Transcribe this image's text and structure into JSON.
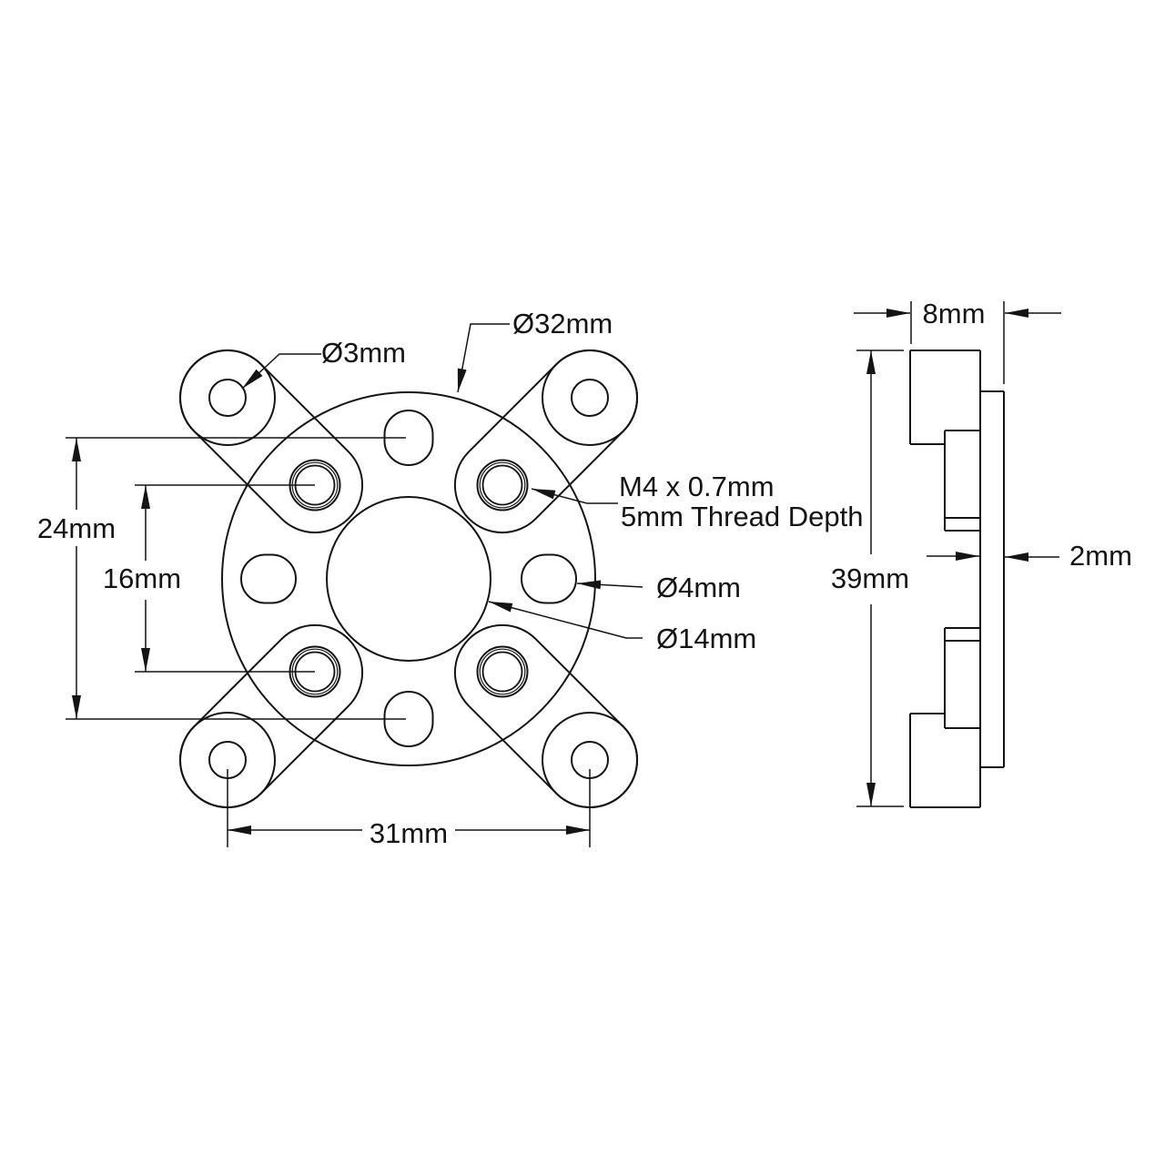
{
  "drawing": {
    "background": "#ffffff",
    "line_color": "#141414",
    "front_view": {
      "callouts": {
        "arm_hole": "Ø3mm",
        "flange_diameter": "Ø32mm",
        "tapped_hole_spec_line1": "M4 x 0.7mm",
        "tapped_hole_spec_line2": "5mm Thread Depth",
        "slot_hole": "Ø4mm",
        "center_bore": "Ø14mm"
      },
      "dimensions": {
        "slot_span_vertical": "24mm",
        "tapped_span_vertical": "16mm",
        "arm_hole_span_horizontal": "31mm"
      }
    },
    "side_view": {
      "dimensions": {
        "overall_thickness": "8mm",
        "height": "39mm",
        "plate_thickness": "2mm"
      }
    }
  }
}
